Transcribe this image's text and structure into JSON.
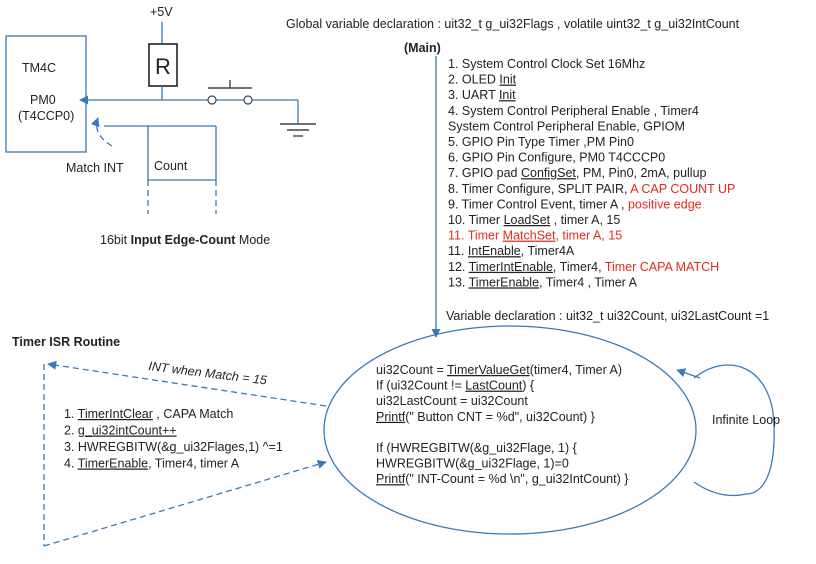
{
  "circuit": {
    "supply": "+5V",
    "resistor": "R",
    "mcu_name": "TM4C",
    "pin": "PM0",
    "pin_func": "(T4CCP0)",
    "match_int": "Match INT",
    "count": "Count",
    "mode_prefix": "16bit ",
    "mode_bold": "Input  Edge-Count",
    "mode_suffix": "  Mode"
  },
  "global_decl": "Global   variable declaration : uit32_t  g_ui32Flags , volatile  uint32_t  g_ui32IntCount",
  "main": {
    "title": "(Main)",
    "steps": [
      [
        {
          "t": "1. System  Control  Clock Set 16Mhz"
        }
      ],
      [
        {
          "t": "2. OLED "
        },
        {
          "t": "Init",
          "sq": true
        }
      ],
      [
        {
          "t": "3. UART "
        },
        {
          "t": "Init",
          "sq": true
        }
      ],
      [
        {
          "t": "4. System  Control  Peripheral Enable ,  Timer4"
        }
      ],
      [
        {
          "t": "    System  Control Peripheral Enable,  GPIOM"
        }
      ],
      [
        {
          "t": "5. GPIO  Pin  Type Timer ,PM Pin0"
        }
      ],
      [
        {
          "t": "6. GPIO  Pin Configure, PM0  T4CCCP0"
        }
      ],
      [
        {
          "t": "7. GPIO  pad "
        },
        {
          "t": "ConfigSet",
          "sq": true
        },
        {
          "t": ",  PM, Pin0,  2mA,  pullup"
        }
      ],
      [
        {
          "t": "8. Timer Configure,  SPLIT PAIR, "
        },
        {
          "t": "A CAP COUNT UP",
          "red": true
        }
      ],
      [
        {
          "t": "9. Timer Control Event,  timer  A , "
        },
        {
          "t": "positive edge",
          "red": true
        }
      ],
      [
        {
          "t": "10. Timer "
        },
        {
          "t": "LoadSet",
          "sq": true
        },
        {
          "t": " , timer  A, 15"
        }
      ],
      [
        {
          "t": "11. Timer ",
          "red": true
        },
        {
          "t": "MatchSet",
          "red": true,
          "sq": true
        },
        {
          "t": ", timer  A, 15",
          "red": true
        }
      ],
      [
        {
          "t": "11. "
        },
        {
          "t": "IntEnable",
          "sq": true
        },
        {
          "t": ", Timer4A"
        }
      ],
      [
        {
          "t": "12. "
        },
        {
          "t": "TimerIntEnable",
          "sq": true
        },
        {
          "t": ", Timer4,  "
        },
        {
          "t": "Timer  CAPA  MATCH",
          "red": true
        }
      ],
      [
        {
          "t": "13. "
        },
        {
          "t": "TimerEnable",
          "sq": true
        },
        {
          "t": ",  Timer4  ,  Timer  A"
        }
      ]
    ]
  },
  "var_decl": "Variable declaration : uit32_t ui32Count,  ui32LastCount  =1",
  "isr": {
    "title": "Timer ISR Routine",
    "int_label": "INT when  Match  =  15",
    "steps": [
      [
        {
          "t": "1.    "
        },
        {
          "t": "TimerIntClear",
          "sq": true
        },
        {
          "t": "  ,  CAPA  Match"
        }
      ],
      [
        {
          "t": "2.    "
        },
        {
          "t": "g_ui32intCount++",
          "sq": true
        }
      ],
      [
        {
          "t": "3.    HWREGBITW(&g_ui32Flages,1)  ^=1"
        }
      ],
      [
        {
          "t": "4.    "
        },
        {
          "t": "TimerEnable",
          "sq": true
        },
        {
          "t": ", Timer4,  timer  A"
        }
      ]
    ]
  },
  "loop": {
    "label": "Infinite   Loop",
    "lines": [
      [
        {
          "t": "ui32Count  =  "
        },
        {
          "t": "TimerValueGet",
          "sq": true
        },
        {
          "t": "(timer4,  Timer  A)"
        }
      ],
      [
        {
          "t": "If (ui32Count != "
        },
        {
          "t": "LastCount",
          "sq": true
        },
        {
          "t": ") {"
        }
      ],
      [
        {
          "t": "   ui32LastCount  = ui32Count"
        }
      ],
      [
        {
          "t": "  "
        },
        {
          "t": "Printf",
          "sq": true
        },
        {
          "t": "(\"  Button CNT = %d\", ui32Count) }"
        }
      ],
      [
        {
          "t": ""
        }
      ],
      [
        {
          "t": "If (HWREGBITW(&g_ui32Flage,  1) {"
        }
      ],
      [
        {
          "t": "   HWREGBITW(&g_ui32Flage,  1)=0"
        }
      ],
      [
        {
          "t": "   "
        },
        {
          "t": "Printf",
          "sq": true
        },
        {
          "t": "(\"  INT-Count = %d \\n\",  g_ui32IntCount) }"
        }
      ]
    ]
  },
  "colors": {
    "line": "#3a79b5",
    "text": "#222222",
    "highlight": "#e8291c"
  }
}
